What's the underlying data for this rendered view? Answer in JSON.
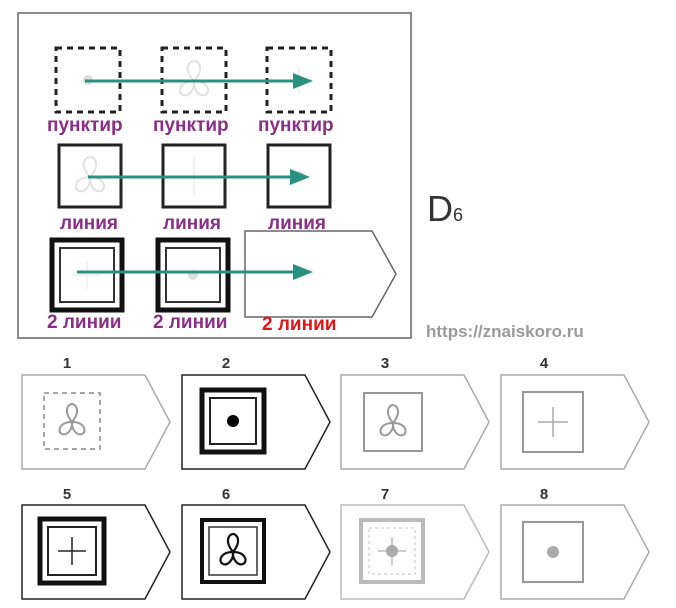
{
  "puzzle": {
    "title_letter": "D",
    "title_number": "6",
    "watermark": "https://znaiskoro.ru",
    "row1_label": "пунктир",
    "row2_label": "линия",
    "row3_label": "2 линии",
    "colors": {
      "label": "#8a2f86",
      "label_highlight": "#e01515",
      "arrow": "#2a9080",
      "frame": "#888888"
    }
  },
  "options": [
    {
      "number": "1",
      "icon": "dashed-square-trefoil"
    },
    {
      "number": "2",
      "icon": "double-square-dot"
    },
    {
      "number": "3",
      "icon": "square-trefoil"
    },
    {
      "number": "4",
      "icon": "square-cross"
    },
    {
      "number": "5",
      "icon": "double-square-cross"
    },
    {
      "number": "6",
      "icon": "double-square-trefoil"
    },
    {
      "number": "7",
      "icon": "thick-square-dot-cross"
    },
    {
      "number": "8",
      "icon": "square-dot"
    }
  ]
}
